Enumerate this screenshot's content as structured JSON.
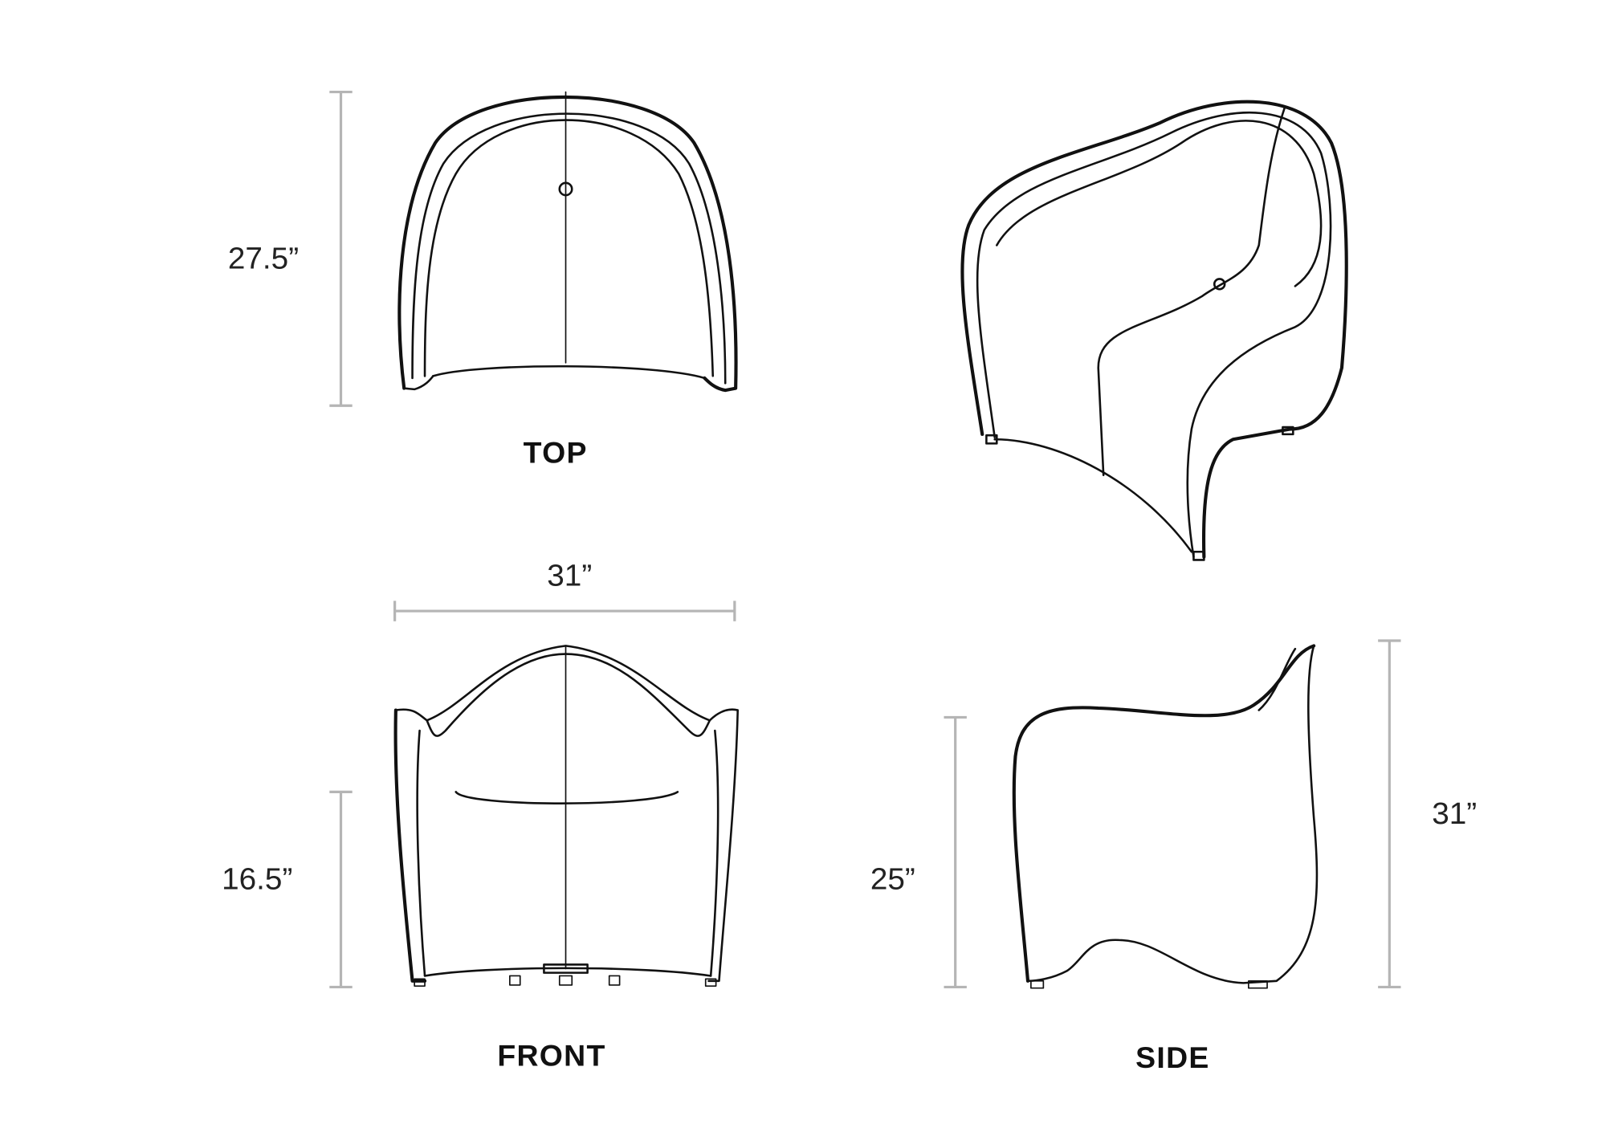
{
  "views": {
    "top": "TOP",
    "front": "FRONT",
    "side": "SIDE"
  },
  "dimensions": {
    "top_depth": "27.5”",
    "front_width": "31”",
    "seat_height": "16.5”",
    "arm_height": "25”",
    "overall_height": "31”"
  },
  "colors": {
    "line": "#111111",
    "dimension_line": "#b5b5b5"
  }
}
